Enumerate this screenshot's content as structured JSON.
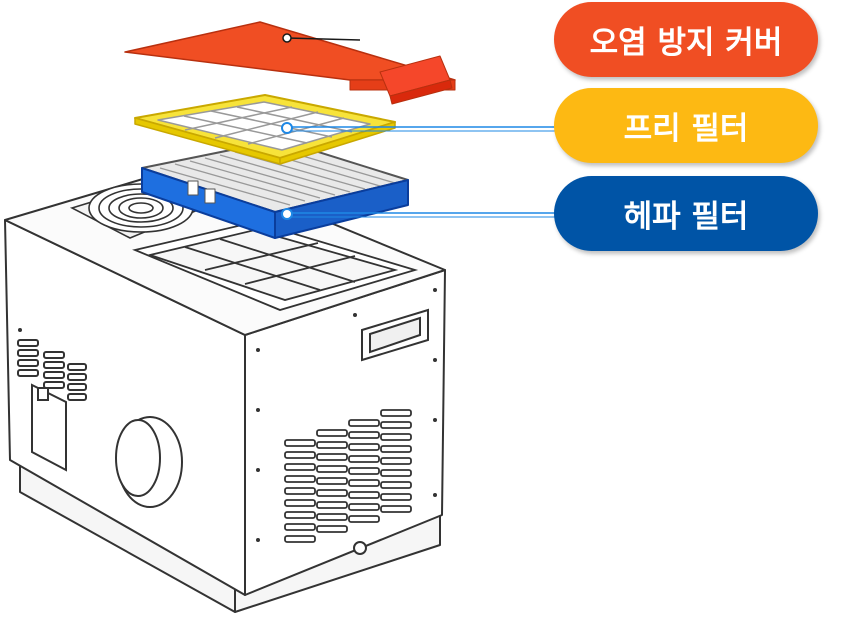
{
  "labels": [
    {
      "id": "cover",
      "text": "오염 방지 커버",
      "color": "#f04e23"
    },
    {
      "id": "pre",
      "text": "프리 필터",
      "color": "#fdb913"
    },
    {
      "id": "hepa",
      "text": "헤파 필터",
      "color": "#0054a6"
    }
  ],
  "colors": {
    "cover": "#f04e23",
    "cover_dark": "#d9290c",
    "prefilter": "#f7e33a",
    "prefilter_edge": "#c9a800",
    "hepa": "#1e6fe0",
    "hepa_edge": "#0a3d9c",
    "line_cover": "#1a1a1a",
    "line_pre": "#1e88e5",
    "line_hepa": "#1e88e5",
    "outline": "#333333"
  }
}
